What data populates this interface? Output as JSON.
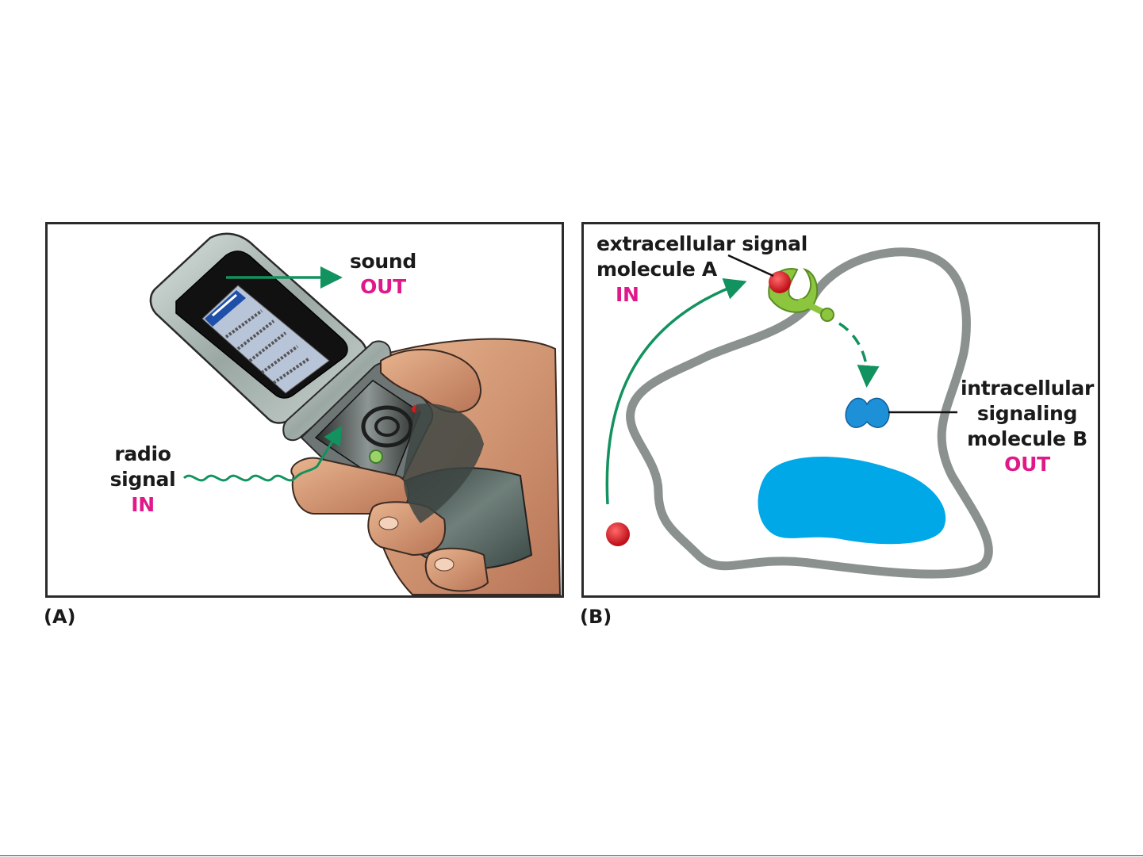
{
  "panel_a": {
    "letter": "(A)",
    "out_label": "sound",
    "out_tag": "OUT",
    "in_label_line1": "radio",
    "in_label_line2": "signal",
    "in_tag": "IN"
  },
  "panel_b": {
    "letter": "(B)",
    "in_label_line1": "extracellular signal",
    "in_label_line2": "molecule A",
    "in_tag": "IN",
    "out_label_line1": "intracellular",
    "out_label_line2": "signaling",
    "out_label_line3": "molecule B",
    "out_tag": "OUT"
  },
  "colors": {
    "arrow_green": "#12925e",
    "accent_magenta": "#e0198a",
    "membrane_gray": "#8a918e",
    "nucleus_blue": "#00a8e8",
    "molecule_red": "#d0141c",
    "receptor_green": "#8cc63f",
    "molecule_b_blue": "#1e90d8"
  }
}
